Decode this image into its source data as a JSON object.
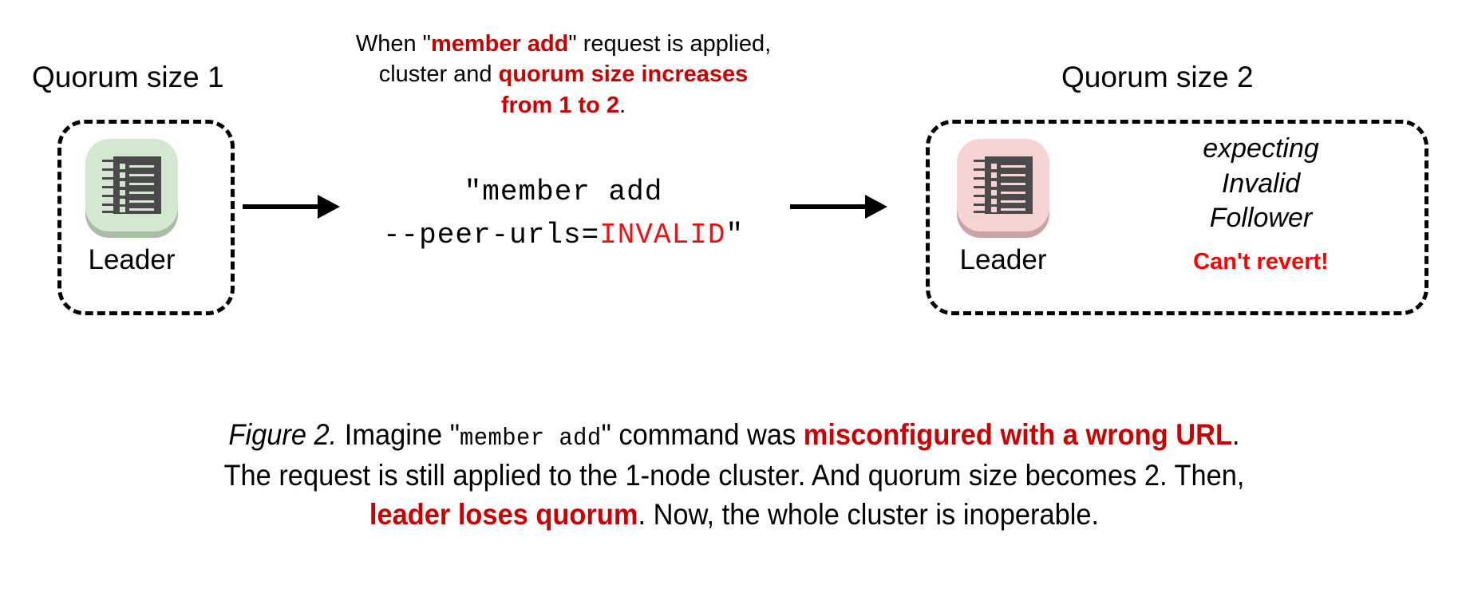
{
  "figure": {
    "left_cluster": {
      "caption": "Quorum size 1",
      "node_label": "Leader",
      "icon": "server-node-icon",
      "icon_color": "#d4e8d1"
    },
    "right_cluster": {
      "caption": "Quorum size 2",
      "node_label": "Leader",
      "icon": "server-node-icon",
      "icon_color": "#f8d3d3",
      "status_lines": [
        "expecting",
        "Invalid",
        "Follower"
      ],
      "warning": "Can't revert!"
    },
    "top_note": {
      "line1_a": "When \"",
      "line1_b": "member add",
      "line1_c": "\" request is applied,",
      "line2_a": "cluster and ",
      "line2_b": "quorum size increases",
      "line3_a": "from 1 to 2",
      "line3_b": "."
    },
    "command": {
      "line1": "\"member add",
      "line2_a": "--peer-urls=",
      "line2_b": "INVALID",
      "line2_c": "\""
    },
    "caption": {
      "fig_label": "Figure 2.",
      "seg1": " Imagine \"",
      "mono1": "member add",
      "seg2": "\" command was ",
      "red1": "misconfigured with a wrong URL",
      "seg3": ".",
      "seg4": "The request is still applied to the 1-node cluster. And quorum size becomes 2. Then,",
      "red2": "leader loses quorum",
      "seg5": ". Now, the whole cluster is inoperable."
    },
    "colors": {
      "accent_red": "#cc0000",
      "alert_red": "#ff0000",
      "node_dark": "#4a4a4a",
      "green_tile": "#d4e8d1",
      "pink_tile": "#f8d3d3"
    }
  }
}
